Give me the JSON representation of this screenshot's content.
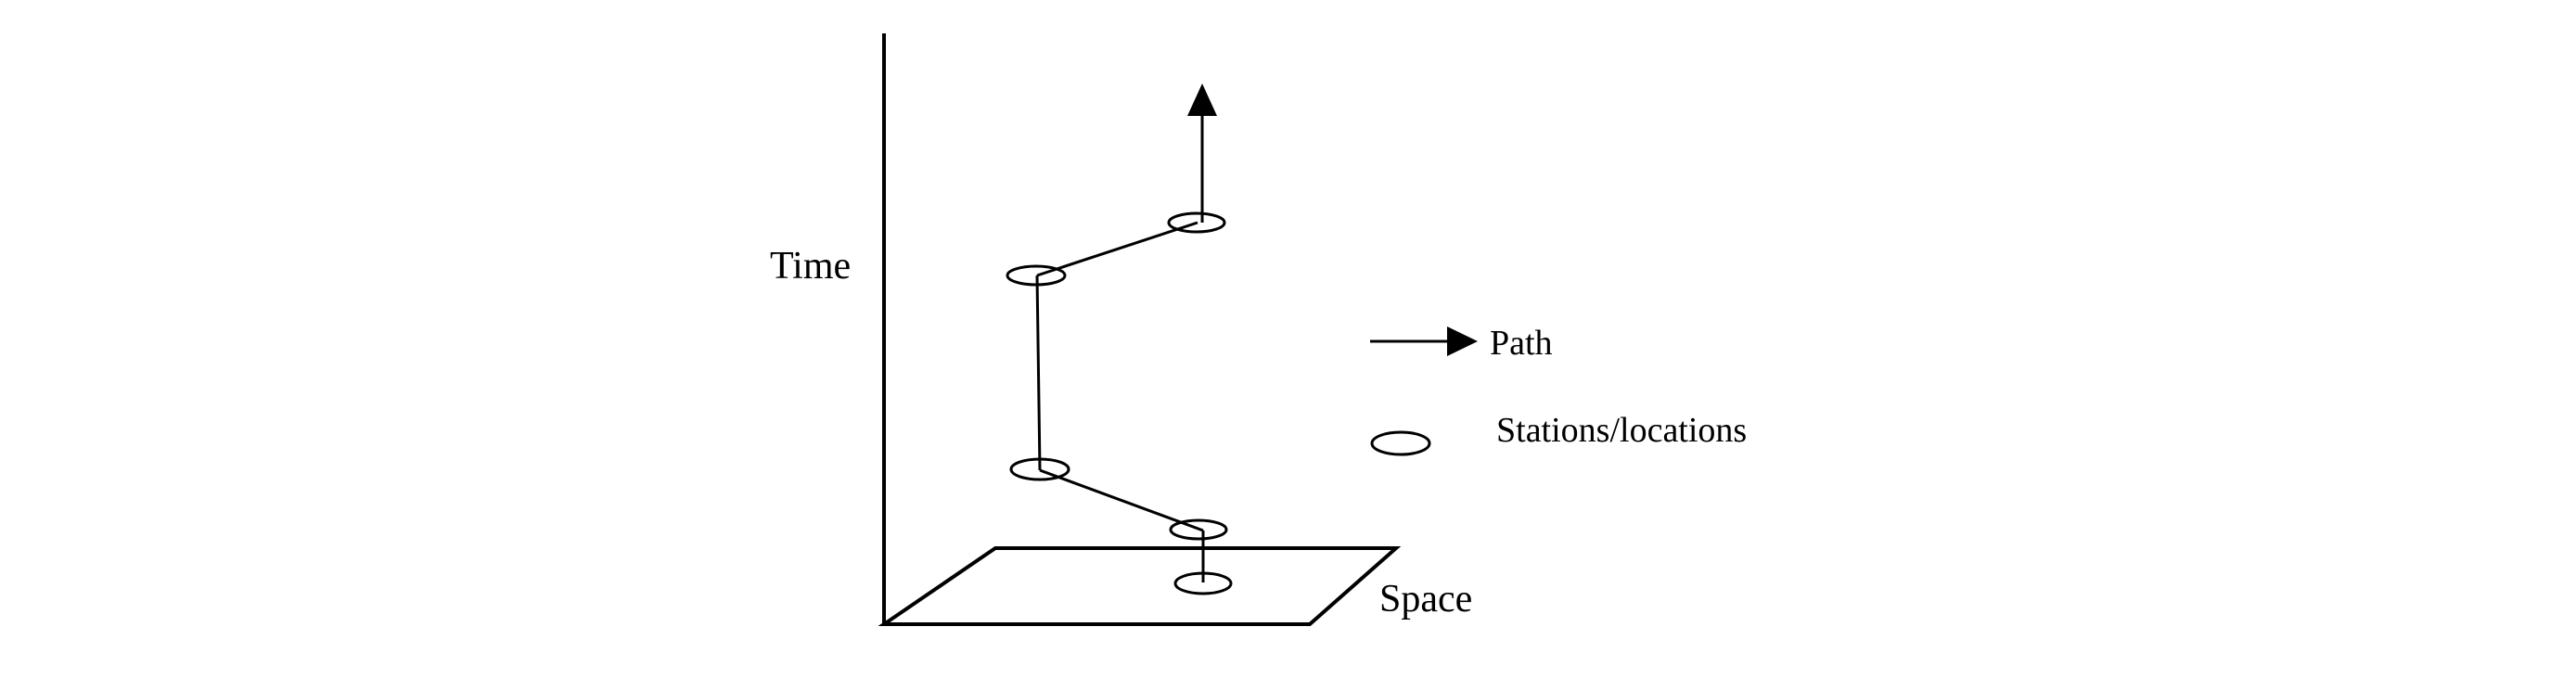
{
  "diagram": {
    "axis_time_label": "Time",
    "axis_space_label": "Space"
  },
  "legend": {
    "path_label": "Path",
    "station_label": "Stations/locations"
  },
  "colors": {
    "ink": "#000000",
    "background": "#ffffff"
  }
}
